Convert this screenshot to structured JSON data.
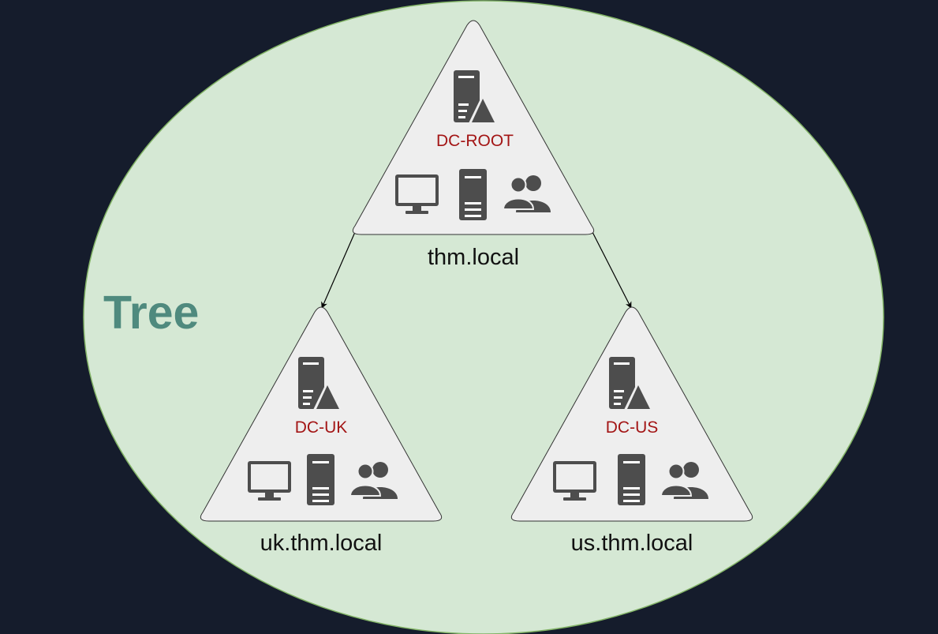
{
  "title": "Tree",
  "colors": {
    "background": "#151c2c",
    "ellipse_fill": "#d5e8d4",
    "ellipse_stroke": "#82b366",
    "triangle_fill": "#eeeeee",
    "icon": "#4d4d4d",
    "dc_label": "#a31515",
    "title": "#4f8a7e"
  },
  "domains": [
    {
      "id": "root",
      "domain_name": "thm.local",
      "dc_name": "DC-ROOT",
      "icons": [
        "domain-controller-icon",
        "workstation-icon",
        "server-icon",
        "users-icon"
      ]
    },
    {
      "id": "uk",
      "domain_name": "uk.thm.local",
      "dc_name": "DC-UK",
      "icons": [
        "domain-controller-icon",
        "workstation-icon",
        "server-icon",
        "users-icon"
      ]
    },
    {
      "id": "us",
      "domain_name": "us.thm.local",
      "dc_name": "DC-US",
      "icons": [
        "domain-controller-icon",
        "workstation-icon",
        "server-icon",
        "users-icon"
      ]
    }
  ],
  "links": [
    {
      "from": "thm.local",
      "to": "uk.thm.local"
    },
    {
      "from": "thm.local",
      "to": "us.thm.local"
    }
  ]
}
